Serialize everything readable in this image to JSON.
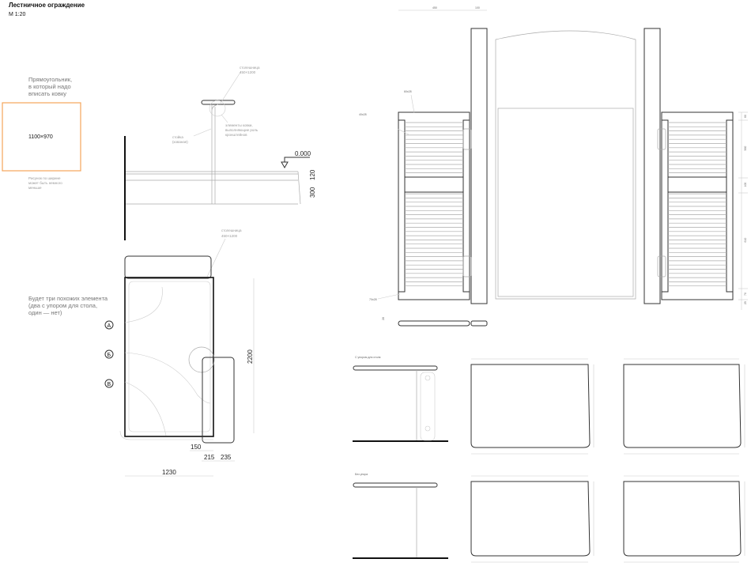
{
  "header": {
    "title": "Лестничное ограждение",
    "scale": "М 1:20"
  },
  "left_note": {
    "heading_lines": [
      "Прямоугольник,",
      "в который надо",
      "вписать ковку"
    ],
    "rect_size": "1100×970",
    "rect_color": "#f5a55a",
    "footnote_lines": [
      "Рисунок по ширине",
      "может быть немного",
      "меньше"
    ]
  },
  "section": {
    "tabletop_label_lines": [
      "столешница",
      "450×1200"
    ],
    "post_label_lines": [
      "стойка",
      "(кованая)"
    ],
    "bracket_label_lines": [
      "элементы ковки,",
      "выполняющие роль",
      "кронштейнов"
    ],
    "level_mark": "0.000",
    "dim_120": "120",
    "dim_300": "300"
  },
  "plan": {
    "tabletop_label_lines": [
      "столешница",
      "450×1200"
    ],
    "note_lines": [
      "Будет три похожих элемента",
      "(два с упором для стола,",
      "один — нет)"
    ],
    "markers": [
      "А",
      "Б",
      "В"
    ],
    "dim_height": "2200",
    "dim_150": "150",
    "dim_215": "215",
    "dim_235": "235",
    "dim_width": "1230"
  },
  "elevation": {
    "dim_top": [
      "450",
      "100"
    ],
    "label_top_rail": "60x28",
    "label_stile": "40x28",
    "label_bottom_rail": "70x28",
    "dim_thickness": "28",
    "right_dims": [
      "60",
      "560",
      "100",
      "610",
      "70",
      "25"
    ]
  },
  "tables": [
    {
      "caption": "С упором для стола"
    },
    {
      "caption": "Без упора"
    }
  ]
}
